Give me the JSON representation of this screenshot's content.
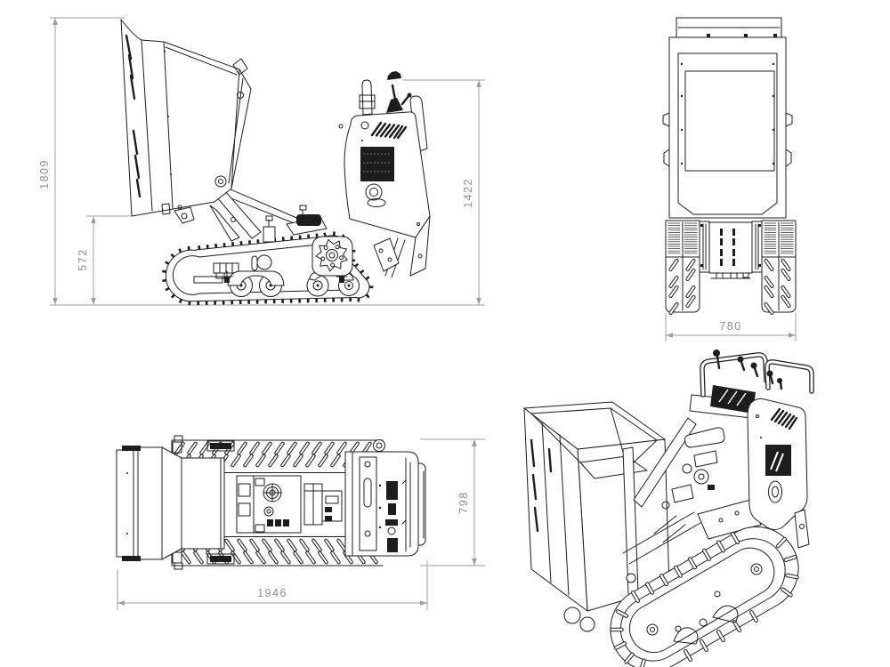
{
  "drawing": {
    "type": "technical-dimension-drawing",
    "subject": "tracked mini dumper with tipping skip — four orthographic/isometric views",
    "colors": {
      "line": "#1d1d1b",
      "dimension": "#9d9d9c",
      "text": "#8f8f8f",
      "background": "#ffffff"
    },
    "views": {
      "side": {
        "dimensions": {
          "overall_height": "1809",
          "skip_bottom_height": "572",
          "machine_height": "1422"
        }
      },
      "front": {
        "dimensions": {
          "overall_width": "780"
        }
      },
      "top": {
        "dimensions": {
          "overall_length": "1946",
          "overall_width": "798"
        }
      },
      "isometric": {
        "dimensions": {}
      }
    }
  }
}
